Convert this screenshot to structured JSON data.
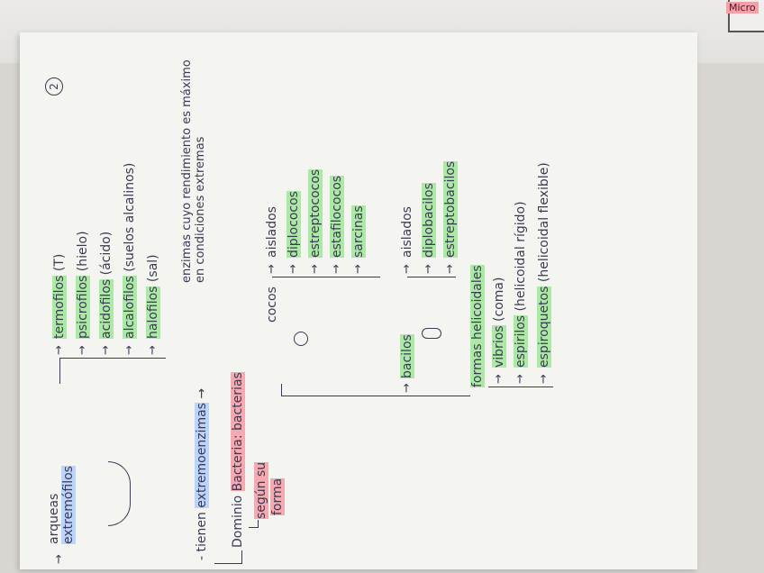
{
  "page_number": "2",
  "back_sheet_label": "Micro",
  "archaea": {
    "title_line1": "arqueas",
    "title_line2": "extremófilos",
    "types": [
      {
        "label": "termofilos",
        "note": "(T)"
      },
      {
        "label": "psicrofilos",
        "note": "(hielo)"
      },
      {
        "label": "acidofilos",
        "note": "(ácido)"
      },
      {
        "label": "alcalofilos",
        "note": "(suelos alcalinos)"
      },
      {
        "label": "halofilos",
        "note": "(sal)"
      }
    ],
    "enzymes_prefix": "- tienen",
    "enzymes_term": "extremoenzimas",
    "enzymes_arrow": "→",
    "enzymes_note": "enzimas cuyo rendimiento es máximo en condiciones extremas"
  },
  "bacteria": {
    "domain_prefix": "Dominio",
    "domain_title": "Bacteria: bacterias",
    "by_shape_line1": "según su",
    "by_shape_line2": "forma",
    "cocos": {
      "label": "cocos",
      "items": [
        "aislados",
        "diplococos",
        "estreptococos",
        "estafilococos",
        "sarcinas"
      ]
    },
    "bacilos": {
      "label": "bacilos",
      "items": [
        "aislados",
        "diplobacilos",
        "estreptobacilos"
      ]
    },
    "helicoidales": {
      "label": "formas helicoidales",
      "items": [
        {
          "label": "vibrios",
          "note": "(coma)"
        },
        {
          "label": "espirilos",
          "note": "(helicoidal rígido)"
        },
        {
          "label": "espiroquetos",
          "note": "(helicoidal flexible)"
        }
      ]
    }
  }
}
